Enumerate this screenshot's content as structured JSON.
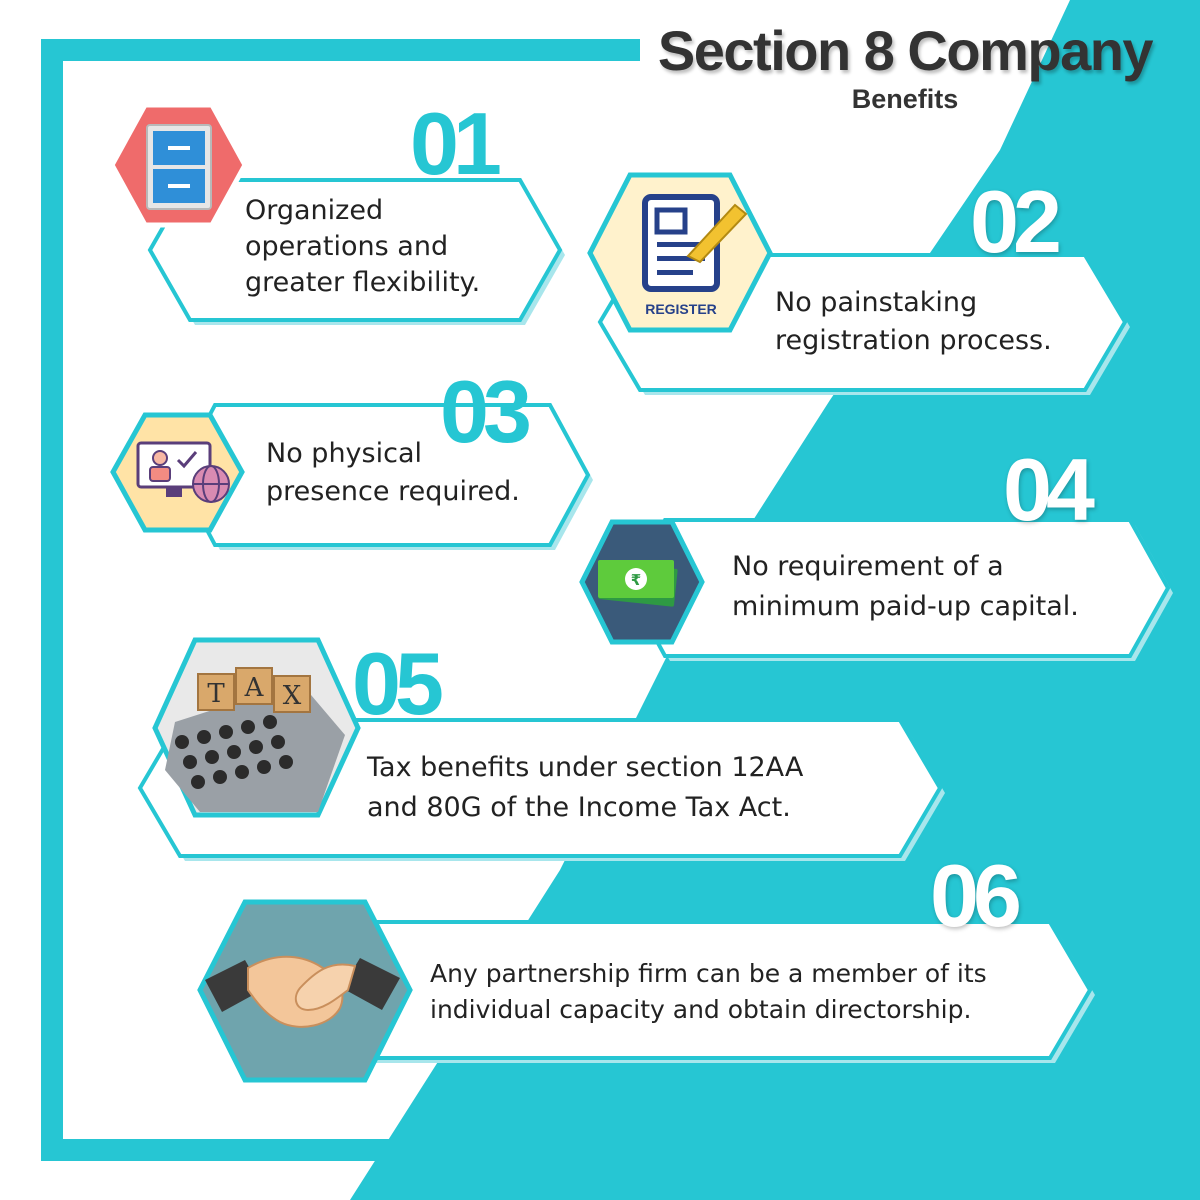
{
  "header": {
    "title": "Section 8 Company",
    "subtitle": "Benefits"
  },
  "colors": {
    "accent": "#26c6d3",
    "text": "#222222",
    "title": "#333333"
  },
  "benefits": [
    {
      "number": "01",
      "text_lines": [
        "Organized",
        "operations and",
        "greater flexibility."
      ],
      "icon": "filing-cabinet-icon"
    },
    {
      "number": "02",
      "text_lines": [
        "No painstaking",
        "registration process."
      ],
      "icon": "register-document-icon",
      "icon_label": "REGISTER"
    },
    {
      "number": "03",
      "text_lines": [
        "No physical",
        "presence required."
      ],
      "icon": "online-monitor-globe-icon"
    },
    {
      "number": "04",
      "text_lines": [
        "No requirement of a",
        "minimum paid-up capital."
      ],
      "icon": "rupee-banknote-icon",
      "icon_label": "₹"
    },
    {
      "number": "05",
      "text_lines": [
        "Tax benefits under section 12AA",
        "and 80G of the Income Tax Act."
      ],
      "icon": "tax-blocks-calculator-icon",
      "icon_label": "TAX"
    },
    {
      "number": "06",
      "text_lines": [
        "Any partnership firm can be a member of its",
        "individual capacity and obtain directorship."
      ],
      "icon": "handshake-icon"
    }
  ]
}
